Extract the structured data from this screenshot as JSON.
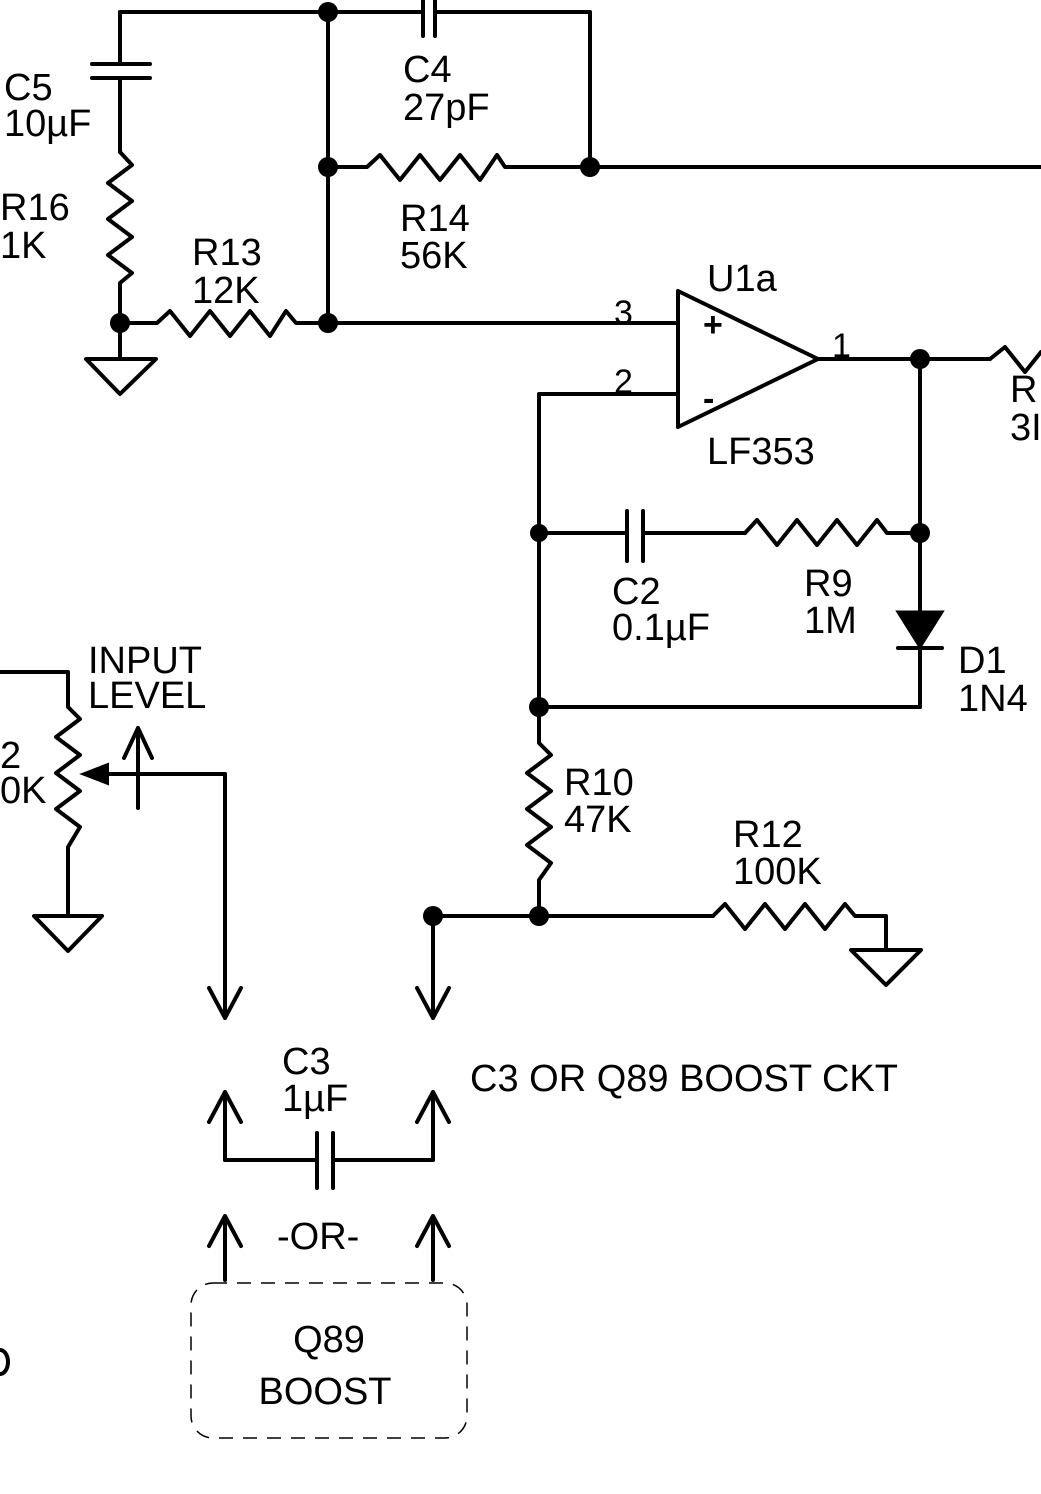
{
  "components": {
    "c5": {
      "ref": "C5",
      "value": "10µF"
    },
    "c4": {
      "ref": "C4",
      "value": "27pF"
    },
    "r16": {
      "ref": "R16",
      "value": "1K"
    },
    "r14": {
      "ref": "R14",
      "value": "56K"
    },
    "r13": {
      "ref": "R13",
      "value": "12K"
    },
    "u1a": {
      "ref": "U1a",
      "value": "LF353",
      "pin_plus": "3",
      "pin_minus": "2",
      "pin_out": "1",
      "plus_sign": "+",
      "minus_sign": "-"
    },
    "r_out": {
      "ref": "R",
      "value": "3I"
    },
    "c2": {
      "ref": "C2",
      "value": "0.1µF"
    },
    "r9": {
      "ref": "R9",
      "value": "1M"
    },
    "d1": {
      "ref": "D1",
      "value": "1N4"
    },
    "pot": {
      "label_line1": "INPUT",
      "label_line2": "LEVEL",
      "ref": "2",
      "value": "0K"
    },
    "r10": {
      "ref": "R10",
      "value": "47K"
    },
    "r12": {
      "ref": "R12",
      "value": "100K"
    },
    "c3": {
      "ref": "C3",
      "value": "1µF"
    },
    "q89": {
      "line1": "Q89",
      "line2": "BOOST"
    }
  },
  "notes": {
    "boost_note": "C3 OR Q89 BOOST CKT",
    "or_label": "-OR-"
  }
}
